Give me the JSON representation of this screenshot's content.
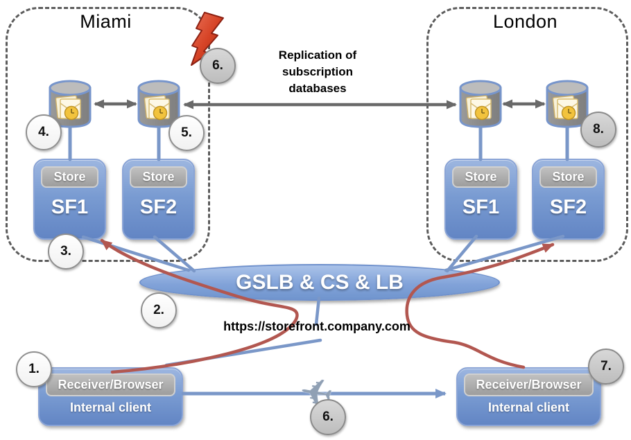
{
  "sites": [
    {
      "name": "Miami",
      "servers": [
        {
          "store": "Store",
          "name": "SF1"
        },
        {
          "store": "Store",
          "name": "SF2"
        }
      ]
    },
    {
      "name": "London",
      "servers": [
        {
          "store": "Store",
          "name": "SF1"
        },
        {
          "store": "Store",
          "name": "SF2"
        }
      ]
    }
  ],
  "replication": {
    "lines": [
      "Replication of",
      "subscription",
      "databases"
    ]
  },
  "load_balancer": {
    "label": "GSLB & CS & LB"
  },
  "url": {
    "label": "https://storefront.company.com"
  },
  "clients": [
    {
      "header": "Receiver/Browser",
      "label": "Internal client"
    },
    {
      "header": "Receiver/Browser",
      "label": "Internal client"
    }
  ],
  "badges": {
    "b1": "1.",
    "b2": "2.",
    "b3": "3.",
    "b4": "4.",
    "b5": "5.",
    "b6_top": "6.",
    "b6_bottom": "6.",
    "b7": "7.",
    "b8": "8."
  },
  "icons": {
    "airplane": "✈",
    "lightning": "failure-lightning-bolt",
    "database": "outlook-subscription-database"
  },
  "colors": {
    "connector_blue": "#7a97c8",
    "failover_red": "#b25750",
    "replication_gray": "#696969",
    "node_blue": "#7a9cd2",
    "bolt_red": "#c43c20"
  }
}
